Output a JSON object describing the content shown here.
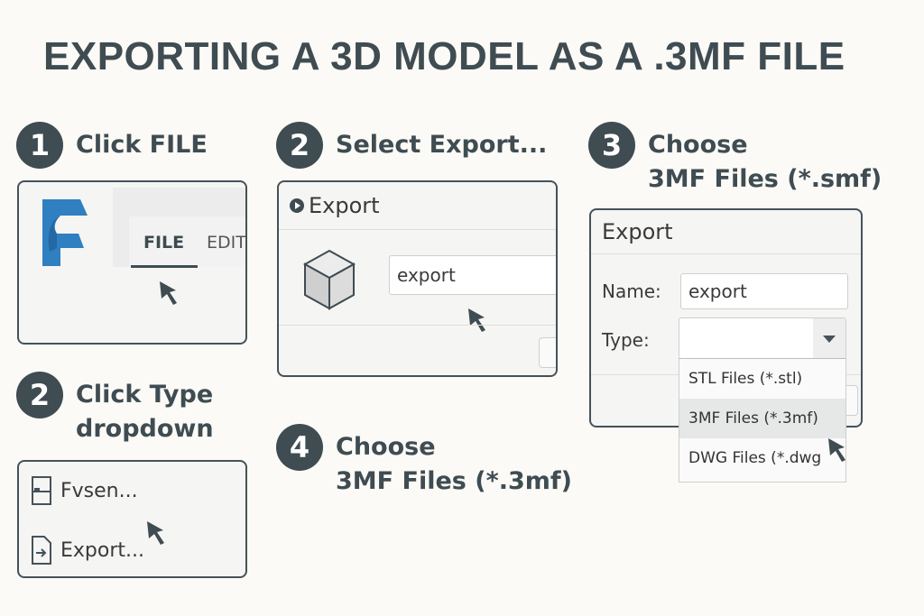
{
  "title": "EXPORTING A 3D MODEL AS A .3MF FILE",
  "colors": {
    "background": "#fbfaf6",
    "badge": "#3f4c52",
    "text": "#3f4c52",
    "logo_blue": "#2f7fc1",
    "panel_border": "#45525a"
  },
  "steps": [
    {
      "number": "1",
      "label_lines": [
        "Click FILE"
      ],
      "panel": {
        "logo_icon": "app-logo-f",
        "menu_items": [
          "FILE",
          "EDIT"
        ],
        "active_menu": "FILE"
      }
    },
    {
      "number": "2",
      "label_lines": [
        "Select Export..."
      ],
      "panel": {
        "dialog_title": "Export",
        "title_icon": "play-circle-icon",
        "model_icon": "cube-icon",
        "name_value": "export"
      }
    },
    {
      "number": "3",
      "label_lines": [
        "Choose",
        "3MF Files (*.smf)"
      ],
      "panel": {
        "dialog_title": "Export",
        "name_label": "Name:",
        "name_value": "export",
        "type_label": "Type:",
        "type_value": "",
        "options": [
          "STL Files (*.stl)",
          "3MF Files (*.3mf)",
          "DWG Files (*.dwg"
        ],
        "highlighted_option": "3MF Files (*.3mf)"
      }
    },
    {
      "number": "2",
      "label_lines": [
        "Click Type",
        "dropdown"
      ],
      "panel": {
        "menu_items": [
          {
            "icon": "save-icon",
            "label": "Fvsen..."
          },
          {
            "icon": "export-file-icon",
            "label": "Export..."
          }
        ]
      }
    },
    {
      "number": "4",
      "label_lines": [
        "Choose",
        "3MF Files (*.3mf)"
      ]
    }
  ]
}
